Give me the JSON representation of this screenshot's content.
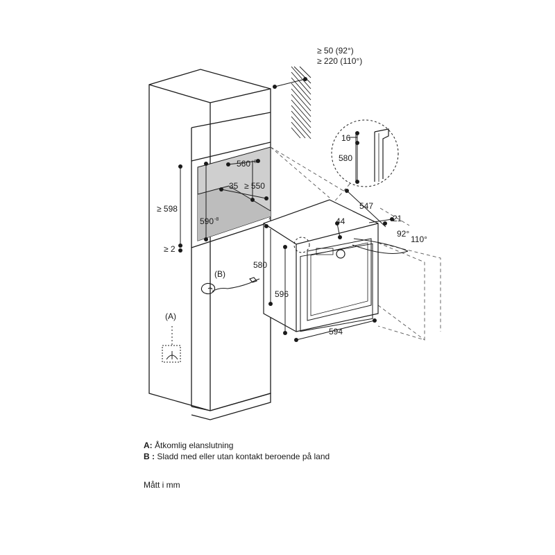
{
  "dimensions": {
    "top_vent_1": "≥ 50 (92°)",
    "top_vent_2": "≥ 220 (110°)",
    "d16": "16",
    "d580_detail": "580",
    "d560": "560",
    "d560_tol": "+8",
    "d550": "≥ 550",
    "d35": "35",
    "d598": "≥ 598",
    "d590": "590",
    "d590_tol": "-8",
    "d2": "≥ 2",
    "d547": "547",
    "d21": "21",
    "d44": "44",
    "angle92": "92°",
    "angle110": "110°",
    "d580": "580",
    "d596": "596",
    "d594": "594"
  },
  "callouts": {
    "a": "(A)",
    "b": "(B)"
  },
  "legend": {
    "a_key": "A:",
    "a_text": "Åtkomlig elanslutning",
    "b_key": "B :",
    "b_text": "Sladd med eller utan kontakt beroende på land"
  },
  "unit_note": "Mått i mm"
}
